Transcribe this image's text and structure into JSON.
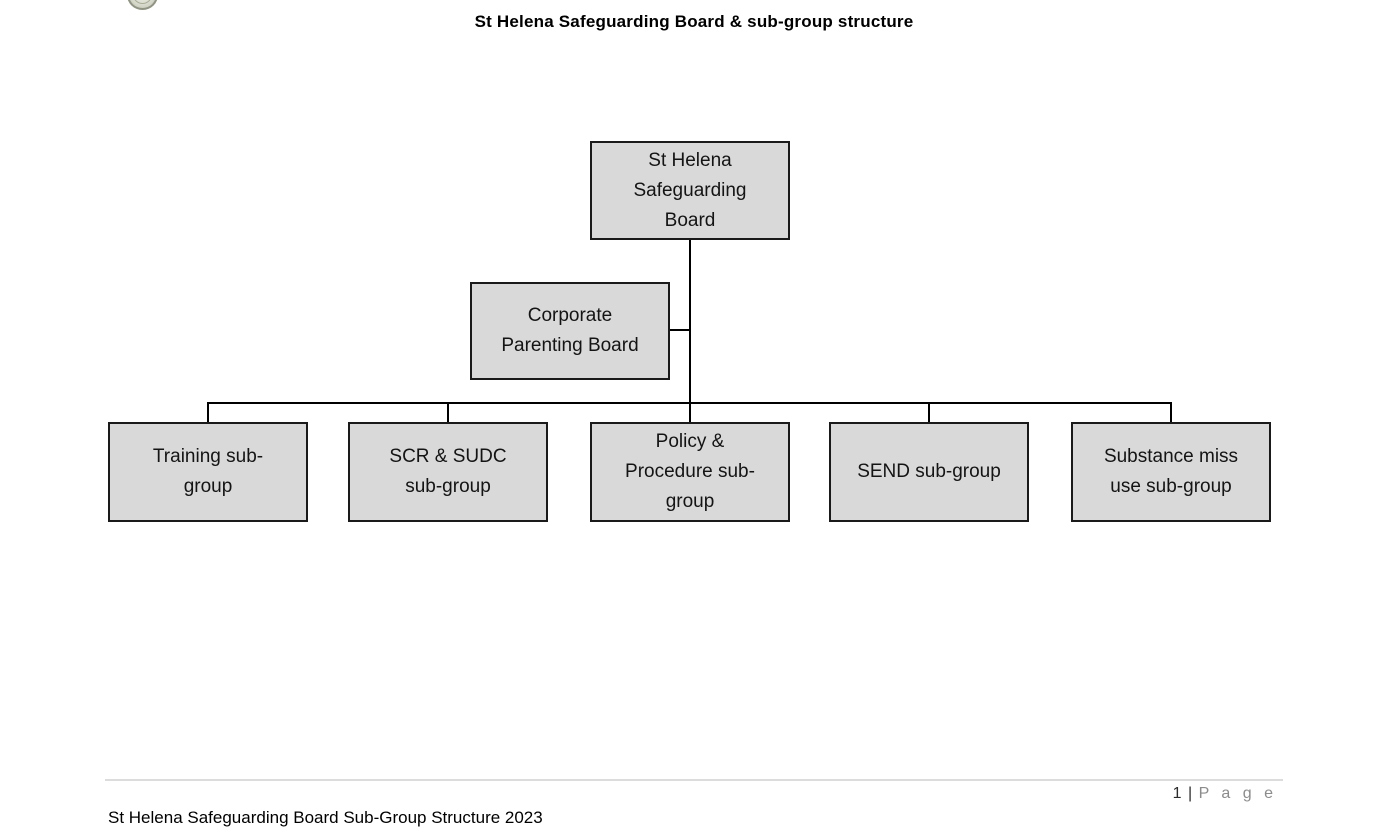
{
  "page": {
    "title": "St Helena Safeguarding Board & sub-group structure"
  },
  "org_chart": {
    "root": {
      "label": "St Helena\nSafeguarding\nBoard"
    },
    "side": {
      "label": "Corporate\nParenting Board"
    },
    "subgroups": [
      {
        "label": "Training sub-\ngroup"
      },
      {
        "label": "SCR & SUDC\nsub-group"
      },
      {
        "label": "Policy &\nProcedure sub-\ngroup"
      },
      {
        "label": "SEND sub-group"
      },
      {
        "label": "Substance miss\nuse sub-group"
      }
    ]
  },
  "footer": {
    "doc_title": "St Helena Safeguarding Board Sub-Group Structure 2023",
    "page_number": "1",
    "page_separator": "|",
    "page_word": "P a g e"
  },
  "icons": {
    "logo": "seal-logo"
  },
  "colors": {
    "box_fill": "#d9d9d9",
    "box_border": "#1a1a1a",
    "connector": "#000000",
    "footer_rule": "#dcdcdc",
    "page_word_gray": "#8c8c8c"
  }
}
